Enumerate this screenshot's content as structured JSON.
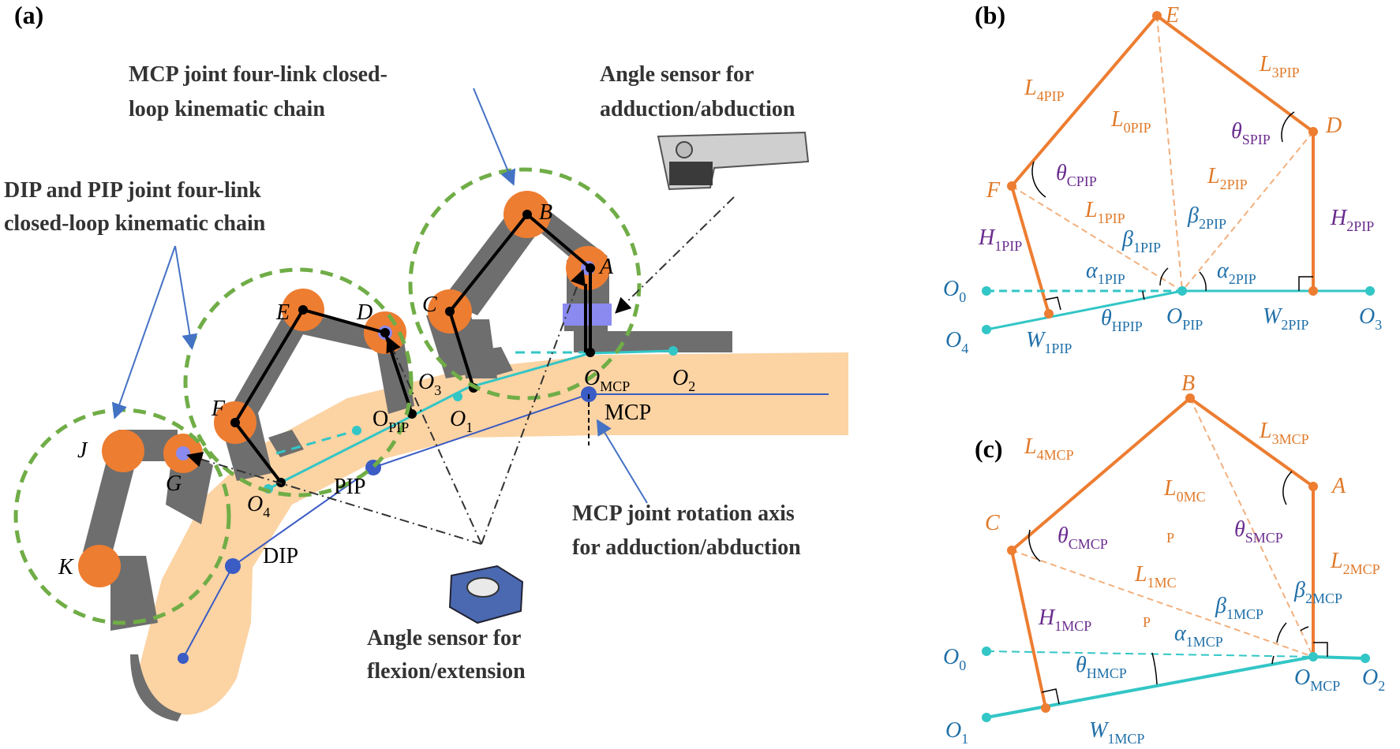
{
  "panels": {
    "a": "(a)",
    "b": "(b)",
    "c": "(c)"
  },
  "captions": {
    "mcp_chain_1": "MCP joint four-link closed-",
    "mcp_chain_2": "loop kinematic chain",
    "sensor_ab_1": "Angle sensor for",
    "sensor_ab_2": "adduction/abduction",
    "dip_pip_1": "DIP and PIP joint four-link",
    "dip_pip_2": "closed-loop kinematic chain",
    "mcp_axis_1": "MCP joint rotation axis",
    "mcp_axis_2": "for adduction/abduction",
    "sensor_fe_1": "Angle sensor for",
    "sensor_fe_2": "flexion/extension"
  },
  "panel_a_labels": {
    "A": "A",
    "B": "B",
    "C": "C",
    "D": "D",
    "E": "E",
    "F": "F",
    "G": "G",
    "J": "J",
    "K": "K",
    "O3": "O",
    "O3_sub": "3",
    "OPIP": "O",
    "OPIP_sub": "PIP",
    "O1": "O",
    "O1_sub": "1",
    "OMCP": "O",
    "OMCP_sub": "MCP",
    "O2": "O",
    "O2_sub": "2",
    "O4": "O",
    "O4_sub": "4",
    "MCP": "MCP",
    "PIP": "PIP",
    "DIP": "DIP"
  },
  "panel_b_labels": {
    "E": "E",
    "D": "D",
    "F": "F",
    "L4": "L",
    "L4_sub": "4PIP",
    "L3": "L",
    "L3_sub": "3PIP",
    "L0": "L",
    "L0_sub": "0PIP",
    "L2": "L",
    "L2_sub": "2PIP",
    "L1": "L",
    "L1_sub": "1PIP",
    "thS": "θ",
    "thS_sub": "SPIP",
    "thC": "θ",
    "thC_sub": "CPIP",
    "H1": "H",
    "H1_sub": "1PIP",
    "H2": "H",
    "H2_sub": "2PIP",
    "b1": "β",
    "b1_sub": "1PIP",
    "b2": "β",
    "b2_sub": "2PIP",
    "a1": "α",
    "a1_sub": "1PIP",
    "a2": "α",
    "a2_sub": "2PIP",
    "thH": "θ",
    "thH_sub": "HPIP",
    "O0": "O",
    "O0_sub": "0",
    "O4": "O",
    "O4_sub": "4",
    "W1": "W",
    "W1_sub": "1PIP",
    "OPIP": "O",
    "OPIP_sub": "PIP",
    "W2": "W",
    "W2_sub": "2PIP",
    "O3": "O",
    "O3_sub": "3"
  },
  "panel_c_labels": {
    "B": "B",
    "A": "A",
    "C": "C",
    "L4": "L",
    "L4_sub": "4MCP",
    "L3": "L",
    "L3_sub": "3MCP",
    "L0": "L",
    "L0_sub": "0MC",
    "P1": "P",
    "thS": "θ",
    "thS_sub": "SMCP",
    "thC": "θ",
    "thC_sub": "CMCP",
    "L2": "L",
    "L2_sub": "2MCP",
    "L1": "L",
    "L1_sub": "1MC",
    "b1": "β",
    "b1_sub": "1MCP",
    "b2": "β",
    "b2_sub": "2MCP",
    "H1": "H",
    "H1_sub": "1MCP",
    "P2": "P",
    "a1": "α",
    "a1_sub": "1MCP",
    "O0": "O",
    "O0_sub": "0",
    "thH": "θ",
    "thH_sub": "HMCP",
    "OMCP": "O",
    "OMCP_sub": "MCP",
    "O2": "O",
    "O2_sub": "2",
    "O1": "O",
    "O1_sub": "1",
    "W1": "W",
    "W1_sub": "1MCP"
  },
  "colors": {
    "finger": "#fcd3a3",
    "gray": "#6e6e6e",
    "orange": "#ed7d31",
    "green_dash": "#70ad47",
    "cyan": "#33c6c6",
    "blue": "#3a5cc4",
    "arrow_blue": "#4472c4",
    "label_orange": "#e07a2a",
    "label_blue": "#1f6fa8",
    "label_purple": "#6a2c8e"
  }
}
